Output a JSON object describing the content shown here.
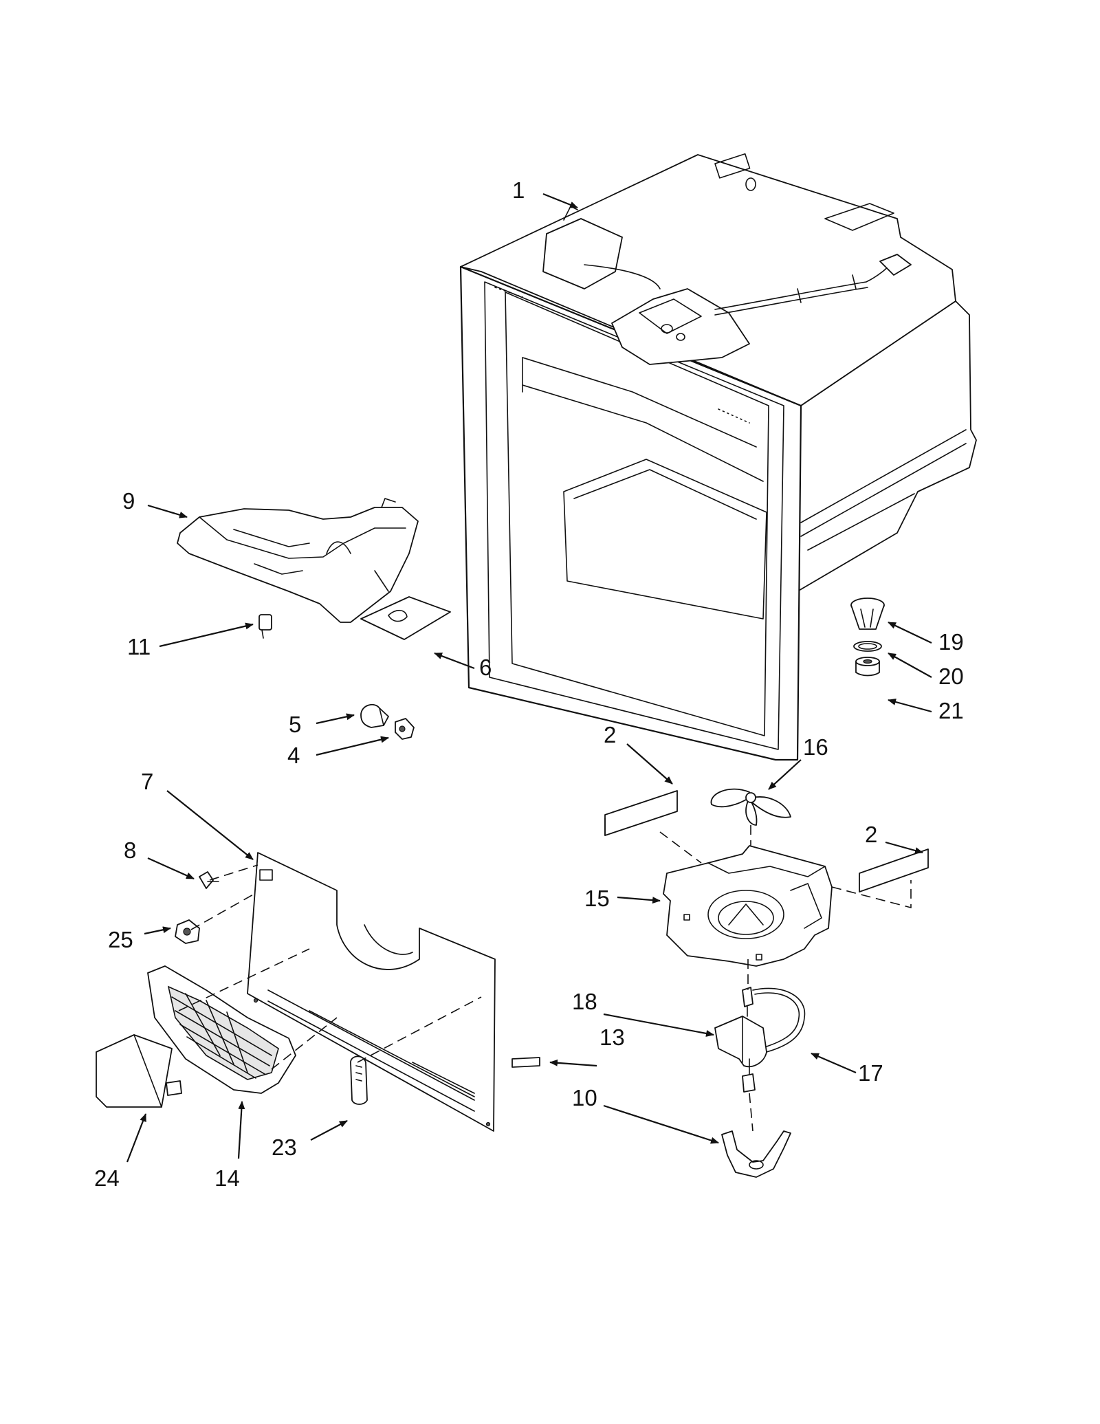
{
  "callouts": {
    "c1": "1",
    "c2a": "2",
    "c2b": "2",
    "c4": "4",
    "c5": "5",
    "c6": "6",
    "c7": "7",
    "c8": "8",
    "c9": "9",
    "c10": "10",
    "c11": "11",
    "c13": "13",
    "c14": "14",
    "c15": "15",
    "c16": "16",
    "c17": "17",
    "c18": "18",
    "c19": "19",
    "c20": "20",
    "c21": "21",
    "c23": "23",
    "c24": "24",
    "c25": "25"
  },
  "colors": {
    "line": "#111111",
    "background": "#ffffff"
  }
}
